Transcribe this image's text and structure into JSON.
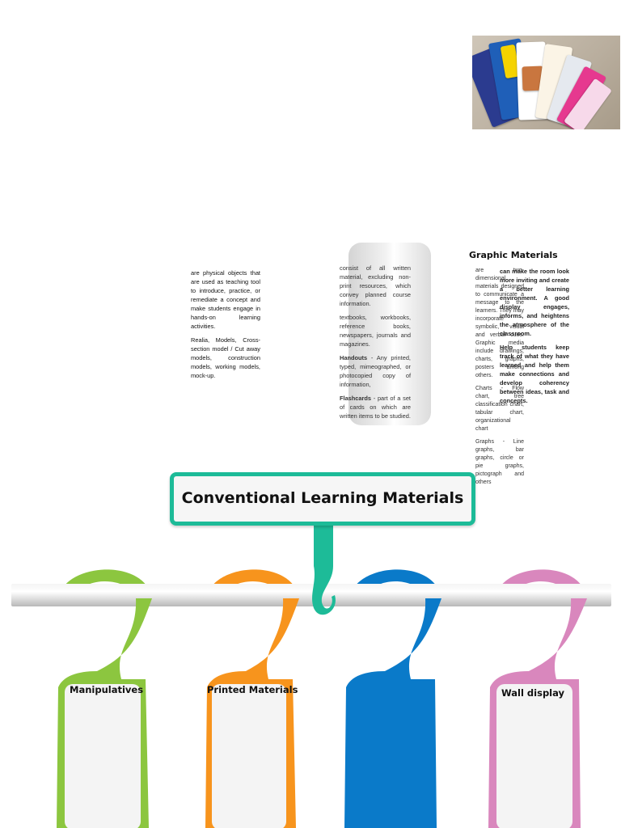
{
  "colors": {
    "teal": "#1dbb98",
    "green": "#8cc63f",
    "orange": "#f7941d",
    "blue": "#0a7ac9",
    "pink": "#d987bd"
  },
  "manipulatives_text": {
    "definition": "are physical objects that are used as teaching tool to introduce, practice, or remediate a concept and make students engage in hands-on learning activities.",
    "examples": "Realia, Models, Cross-section model / Cut away models, construction models, working models, mock-up."
  },
  "printed_text": {
    "definition": "consist of all written material, excluding non-print resources, which convey planned course information.",
    "examples": "textbooks, workbooks, reference books, newspapers, journals and magazines.",
    "handouts_term": "Handouts",
    "handouts_text": " - Any printed, typed, mimeographed, or photocopied copy of information,",
    "flashcards_term": "Flashcards",
    "flashcards_text": " - part of a set of cards on which are written items to be studied."
  },
  "graphic_materials": {
    "title": "Graphic Materials",
    "col_a_1": "are two-dimensional materials designed to communicate a message to the learners. They may incorporate symbolic, visual and verbal cues. Graphic media include drawings, charts, graphs, posters among others.",
    "col_a_2": "Charts - Flow chart, tree classification chart, tabular chart, organizational chart",
    "col_a_3": "Graphs - Line graphs, bar graphs, circle or pie graphs, pictograph and others",
    "col_b_1": "can make the room look more inviting and create a better learning environment. A good display engages, informs, and heightens the atmosphere of the classroom.",
    "col_b_2": "Help students keep track of what they have learned and help them make connections and develop coherency between ideas, task and concepts."
  },
  "main_title": "Conventional Learning Materials",
  "hooks": [
    {
      "label": "Manipulatives",
      "color": "#8cc63f"
    },
    {
      "label": "Printed Materials",
      "color": "#f7941d"
    },
    {
      "label": "",
      "color": "#0a7ac9"
    },
    {
      "label": "Wall display",
      "color": "#d987bd"
    }
  ]
}
